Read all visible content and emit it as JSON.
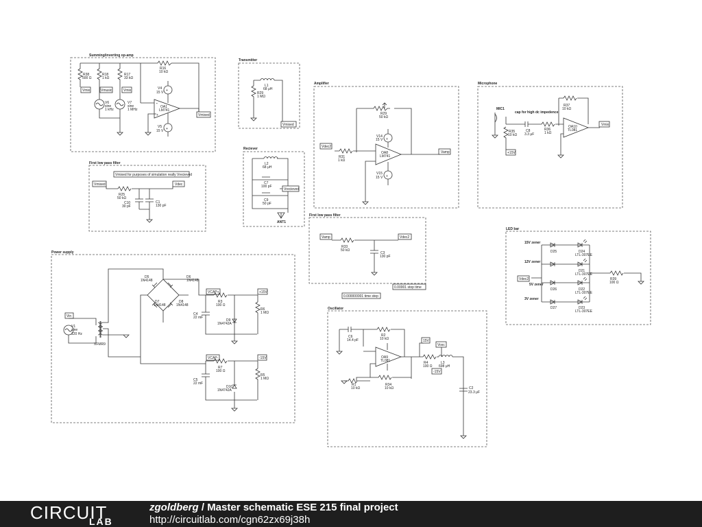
{
  "footer": {
    "logo_word": "CIRCUIT",
    "logo_sub": "LAB",
    "author": "zgoldberg",
    "separator": " / ",
    "title": "Master schematic ESE 215 final project",
    "url": "http://circuitlab.com/cgn62zx69j38h"
  },
  "blocks": {
    "summing": {
      "title": "Summing/inverting op-amp",
      "r38": "R38",
      "r38v": "500 Ω",
      "r18": "R18",
      "r18v": "1 kΩ",
      "r17": "R17",
      "r17v": "33 kΩ",
      "r16": "R16",
      "r16v": "10 kΩ",
      "v4": "V4",
      "v4v": "15 V",
      "v5": "V5",
      "v5v": "15 V",
      "v6": "V6",
      "v6a": "sine",
      "v6b": "1 kHz",
      "v7": "V7",
      "v7a": "sine",
      "v7b": "1 MHz",
      "oa1": "OA1",
      "oa1v": "LM741",
      "vmix": "Vmix",
      "vmusic": "Vmusic",
      "vmix2": "Vmix",
      "vmixed": "Vmixed"
    },
    "transmitter": {
      "title": "Transmitter",
      "l1": "L1",
      "l1v": "68 μH",
      "r29": "R29",
      "r29v": "1 MΩ",
      "vmixed": "Vmixed"
    },
    "receiver": {
      "title": "Reciever",
      "l2": "L2",
      "l2v": "68 μH",
      "c7": "C7",
      "c7v": "100 pF",
      "c9": "C9",
      "c9v": "50 pF",
      "vrecv": "Vrecieved",
      "ant": "ANT1"
    },
    "amplifier": {
      "title": "Amplifier",
      "r29": "R29",
      "r29v": "50 kΩ",
      "v14": "V14",
      "v14v": "15 V",
      "v15": "V15",
      "v15v": "15 V",
      "r31": "R31",
      "r31v": "1 kΩ",
      "oa8": "OA8",
      "oa8v": "LM741",
      "vdec": "Vdec2",
      "vamp": "Vamp"
    },
    "microphone": {
      "title": "Microphone",
      "mic": "MIC1",
      "note": "cap for high dc impedence",
      "r37": "R37",
      "r37v": "10 kΩ",
      "r35": "R35",
      "r35v": "10 kΩ",
      "c8": "C8",
      "c8v": "3.3 μF",
      "r36": "R36",
      "r36v": "1 kΩ",
      "oa10": "OA10",
      "oa10v": "TL081",
      "vmix": "Vmix",
      "supply": "+15V"
    },
    "lpf1": {
      "title": "First low pass filter",
      "note": "Vmixed for purposes of simulation really Vrecieved",
      "vin": "Vmixed",
      "vout": "Vdec",
      "r25": "R25",
      "r25v": "50 kΩ",
      "c10": "C10",
      "c10v": "30 pF",
      "c1": "C1",
      "c1v": "130 pF"
    },
    "lpf2": {
      "title": "First low pass filter",
      "vin": "Vamp",
      "vout": "Vdec2",
      "r33": "R33",
      "r33v": "50 kΩ",
      "c3": "C3",
      "c3v": "130 pF"
    },
    "power": {
      "title": "Power supply",
      "v1": "V1",
      "v1a": "sine",
      "v1b": "120 Hz",
      "vin": "Vin",
      "xfmr": "XFMR9",
      "d5": "D5",
      "d5v": "1N4148",
      "d6": "D6",
      "d6v": "1N4148",
      "d7": "D7",
      "d7v": "1N4148",
      "d8": "D8",
      "d8v": "1N4148",
      "vcapp": "VCAP+",
      "vcapm": "VCAP-",
      "r3": "R3",
      "r3v": "100 Ω",
      "c4": "C4",
      "c4v": "22 mF",
      "d9": "D9",
      "d9v": "1N4742A",
      "r6": "R6",
      "r6v": "1 MΩ",
      "p15": "+15V",
      "r7": "R7",
      "r7v": "100 Ω",
      "c5": "C5",
      "c5v": "22 mF",
      "d10": "D10",
      "d10v": "1N4742A",
      "r5": "R5",
      "r5v": "1 MΩ",
      "m15": "-15V"
    },
    "oscillator": {
      "title": "Oscillator",
      "c6": "C6",
      "c6v": "14.4 pF",
      "r2": "R2",
      "r2v": "10 kΩ",
      "oa9": "OA9",
      "oa9v": "TL081",
      "r1": "R1",
      "r1v": "10 kΩ",
      "r34": "R34",
      "r34v": "10 kΩ",
      "r4": "R4",
      "r4v": "100 Ω",
      "l3": "L3",
      "l3v": "698 μH",
      "c2": "C2",
      "c2v": "23.3 μF",
      "p15": "15V",
      "m15": "-15V",
      "vosc": "Vosc"
    },
    "ledbar": {
      "title": "LED bar",
      "z15": "15V zener",
      "z12": "12V zener",
      "z5": "5V zener",
      "z3": "3V zener",
      "d25": "D25",
      "d24": "D24",
      "d21": "D21",
      "d22": "D22",
      "d26": "D26",
      "d27": "D27",
      "d23": "D23",
      "ltl": "LTL-307EE",
      "vdec": "Vdec2",
      "r39": "R39",
      "r39v": "100 Ω"
    },
    "sim": {
      "step": "0.000000001 time step",
      "stop": "0.00001 stop time"
    }
  }
}
